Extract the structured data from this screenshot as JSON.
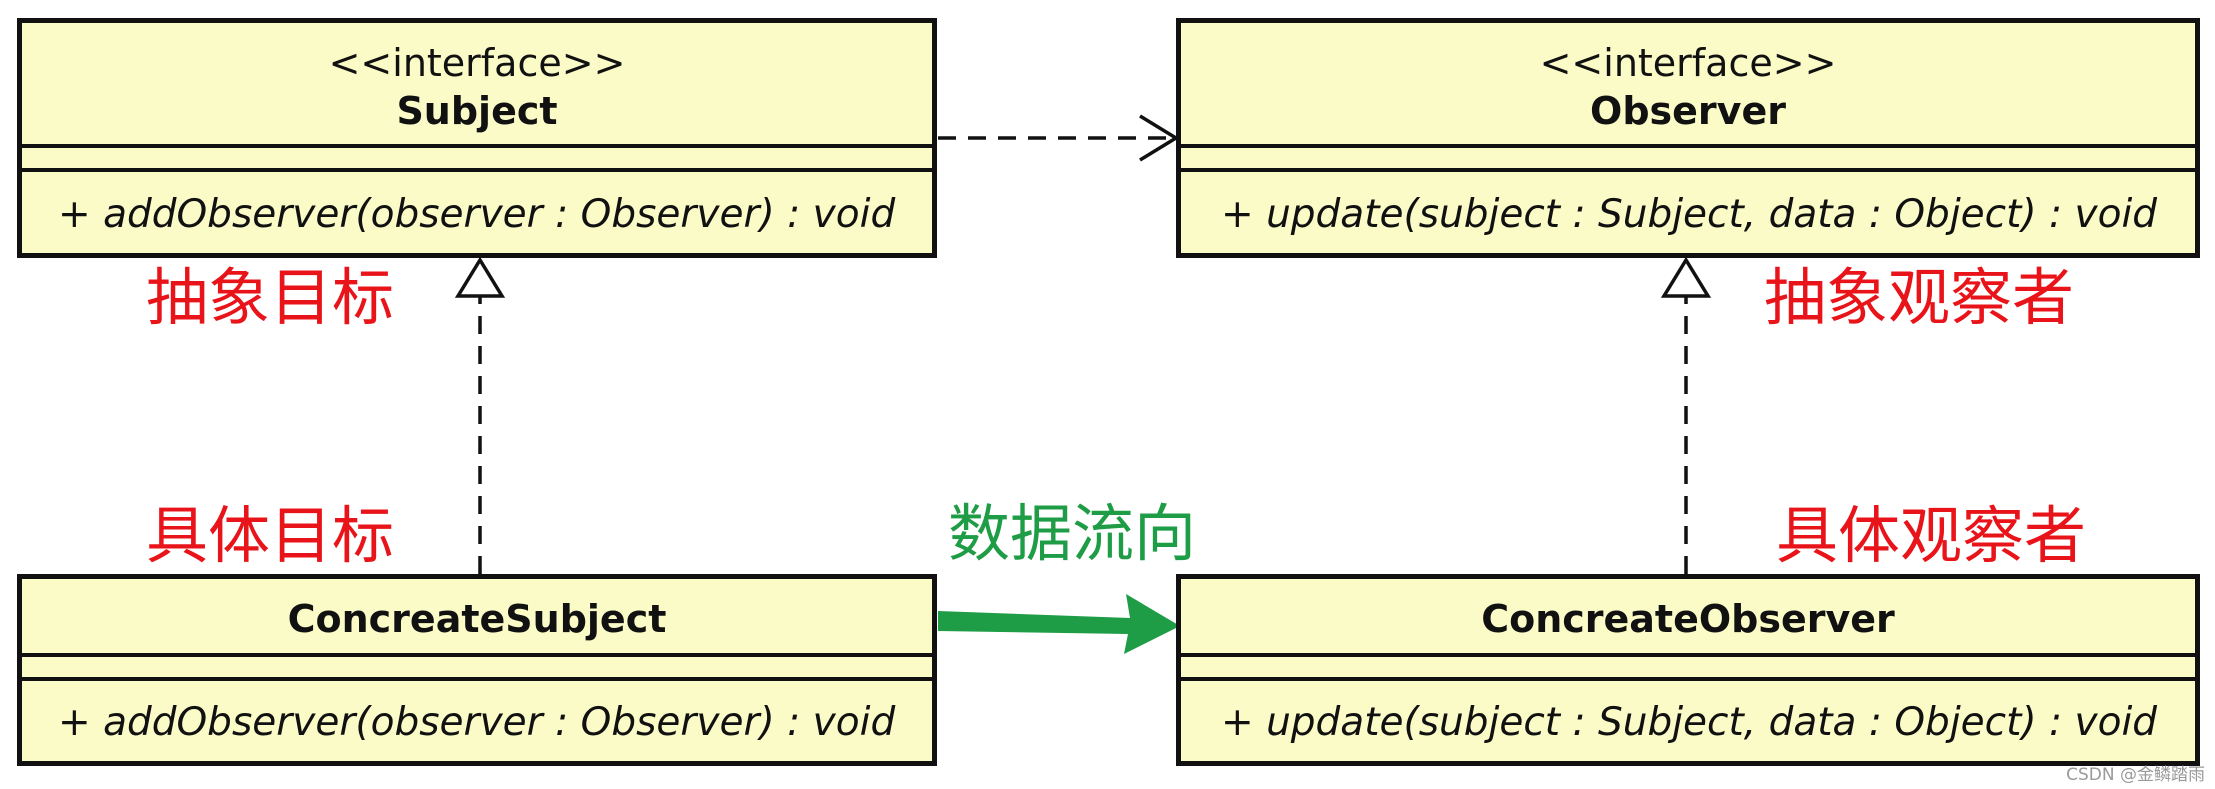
{
  "classes": {
    "subject": {
      "stereotype": "<<interface>>",
      "name": "Subject",
      "operation": "+ addObserver(observer : Observer) : void"
    },
    "observer": {
      "stereotype": "<<interface>>",
      "name": "Observer",
      "operation": "+ update(subject : Subject, data : Object) : void"
    },
    "concrete_subject": {
      "name": "ConcreateSubject",
      "operation": "+ addObserver(observer : Observer) : void"
    },
    "concrete_observer": {
      "name": "ConcreateObserver",
      "operation": "+ update(subject : Subject, data : Object) : void"
    }
  },
  "annotations": {
    "abstract_subject": "抽象目标",
    "abstract_observer": "抽象观察者",
    "concrete_subject": "具体目标",
    "concrete_observer": "具体观察者",
    "data_flow": "数据流向"
  },
  "colors": {
    "class_fill": "#fbfbc8",
    "border": "#111111",
    "annotation_red": "#e8141a",
    "flow_green": "#1e9c46"
  },
  "watermark": "CSDN @金鳞踏雨"
}
